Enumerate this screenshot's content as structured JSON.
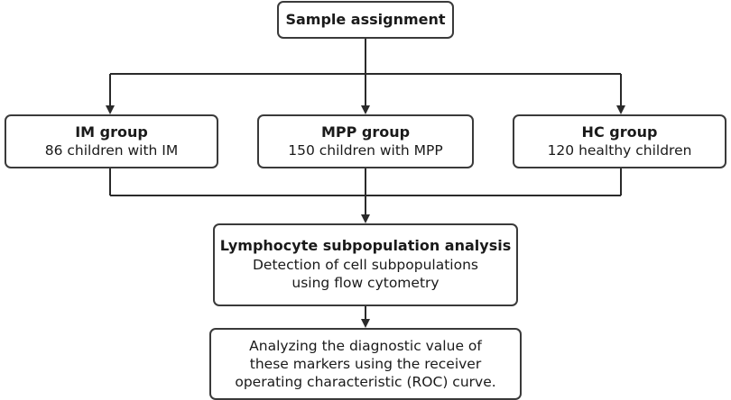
{
  "sample_box": {
    "title": "Sample assignment"
  },
  "groups": [
    {
      "title": "IM group",
      "detail": "86 children with IM"
    },
    {
      "title": "MPP group",
      "detail": "150 children with MPP"
    },
    {
      "title": "HC group",
      "detail": "120 healthy children"
    }
  ],
  "analysis_box": {
    "title": "Lymphocyte subpopulation analysis",
    "lines": [
      "Detection of cell subpopulations",
      "using flow cytometry"
    ]
  },
  "roc_box": {
    "lines": [
      "Analyzing the diagnostic value of",
      "these markers using the receiver",
      "operating characteristic (ROC) curve."
    ]
  },
  "colors": {
    "stroke": "#3a3a3a",
    "text": "#1a1a1a",
    "background": "#ffffff"
  }
}
